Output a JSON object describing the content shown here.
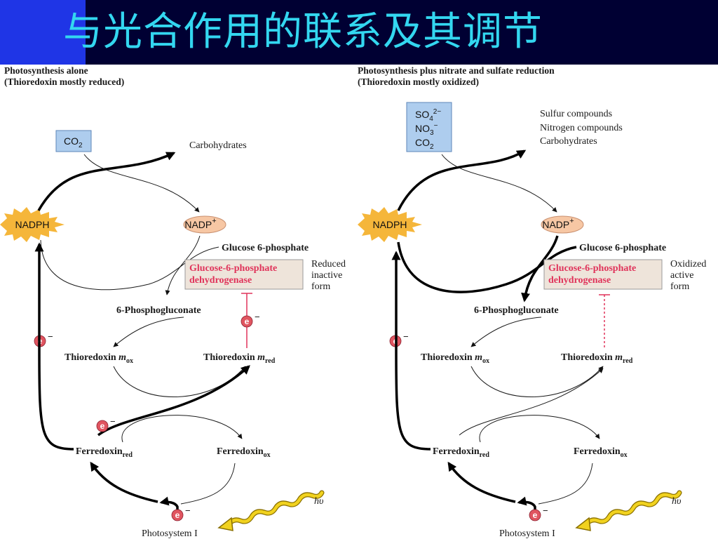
{
  "slide_title": "与光合作用的联系及其调节",
  "colors": {
    "header_bg": "#000033",
    "header_accent": "#1f35e6",
    "title_text": "#33d7f0",
    "enzyme_text": "#e0335a",
    "electron": "#e05560",
    "nadph_burst": "#f5b63a",
    "nadp_oval": "#f7c7a4",
    "substrate_box": "#aecdee",
    "enzyme_box": "#eee4da",
    "light_wave": "#f1d21f"
  },
  "left_panel": {
    "caption_line1": "Photosynthesis alone",
    "caption_line2": "(Thioredoxin mostly reduced)",
    "substrate": "CO",
    "substrate_sub": "2",
    "products": [
      "Carbohydrates"
    ],
    "nadph": "NADPH",
    "nadp": "NADP",
    "nadp_sup": "+",
    "glucose6p": "Glucose 6-phosphate",
    "enzyme_line1": "Glucose-6-phosphate",
    "enzyme_line2": "dehydrogenase",
    "state_line1": "Reduced",
    "state_line2": "inactive",
    "state_line3": "form",
    "phosphogluconate": "6-Phosphogluconate",
    "thio_ox": "Thioredoxin ",
    "thio_ox_italic": "m",
    "thio_ox_sub": "ox",
    "thio_red": "Thioredoxin ",
    "thio_red_italic": "m",
    "thio_red_sub": "red",
    "fd_red": "Ferredoxin",
    "fd_red_sub": "red",
    "fd_ox": "Ferredoxin",
    "fd_ox_sub": "ox",
    "photosystem": "Photosystem I",
    "light": "hυ",
    "electron": "e",
    "electron_charge": "−"
  },
  "right_panel": {
    "caption_line1": "Photosynthesis plus nitrate and sulfate reduction",
    "caption_line2": "(Thioredoxin mostly oxidized)",
    "substrates": [
      {
        "base": "SO",
        "sub": "4",
        "sup": "2−"
      },
      {
        "base": "NO",
        "sub": "3",
        "sup": "−"
      },
      {
        "base": "CO",
        "sub": "2",
        "sup": ""
      }
    ],
    "products": [
      "Sulfur compounds",
      "Nitrogen compounds",
      "Carbohydrates"
    ],
    "nadph": "NADPH",
    "nadp": "NADP",
    "nadp_sup": "+",
    "glucose6p": "Glucose 6-phosphate",
    "enzyme_line1": "Glucose-6-phosphate",
    "enzyme_line2": "dehydrogenase",
    "state_line1": "Oxidized",
    "state_line2": "active",
    "state_line3": "form",
    "phosphogluconate": "6-Phosphogluconate",
    "thio_ox": "Thioredoxin ",
    "thio_ox_italic": "m",
    "thio_ox_sub": "ox",
    "thio_red": "Thioredoxin ",
    "thio_red_italic": "m",
    "thio_red_sub": "red",
    "fd_red": "Ferredoxin",
    "fd_red_sub": "red",
    "fd_ox": "Ferredoxin",
    "fd_ox_sub": "ox",
    "photosystem": "Photosystem I",
    "light": "hυ",
    "electron": "e",
    "electron_charge": "−"
  }
}
